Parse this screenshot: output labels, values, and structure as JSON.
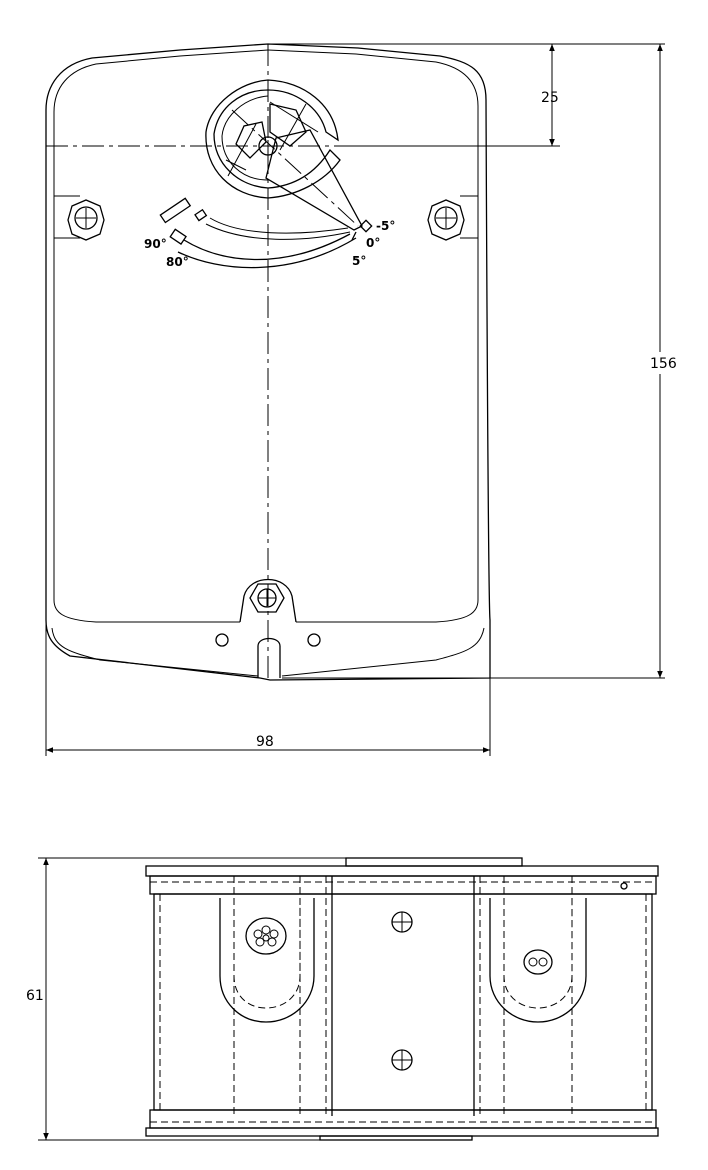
{
  "dimensions": {
    "top_offset": "25",
    "height": "156",
    "width": "98",
    "depth": "61"
  },
  "angle_labels": {
    "neg5": "-5°",
    "zero": "0°",
    "five": "5°",
    "eighty": "80°",
    "ninety": "90°"
  }
}
